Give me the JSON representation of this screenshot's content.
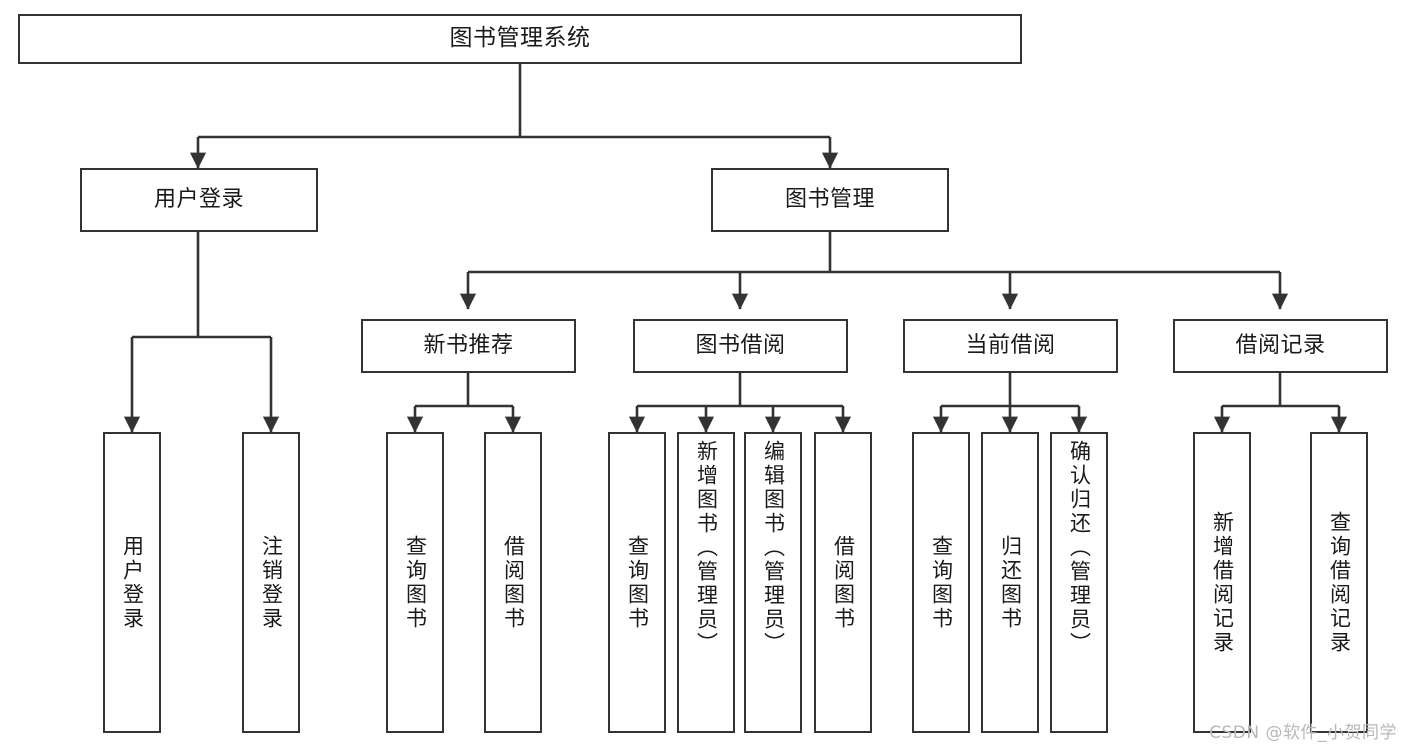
{
  "diagram": {
    "title": "图书管理系统",
    "type": "功能结构图",
    "stroke_color": "#333333",
    "fill_color": "#ffffff",
    "text_color": "#1a1a1a"
  },
  "root": {
    "label": "图书管理系统"
  },
  "level2": [
    {
      "label": "用户登录"
    },
    {
      "label": "图书管理"
    }
  ],
  "level3": [
    {
      "label": "新书推荐"
    },
    {
      "label": "图书借阅"
    },
    {
      "label": "当前借阅"
    },
    {
      "label": "借阅记录"
    }
  ],
  "leaves": {
    "user_login": [
      {
        "label": "用户登录"
      },
      {
        "label": "注销登录"
      }
    ],
    "new_book": [
      {
        "label": "查询图书"
      },
      {
        "label": "借阅图书"
      }
    ],
    "book_borrow": [
      {
        "label": "查询图书"
      },
      {
        "label": "新增图书（管理员）"
      },
      {
        "label": "编辑图书（管理员）"
      },
      {
        "label": "借阅图书"
      }
    ],
    "current_borrow": [
      {
        "label": "查询图书"
      },
      {
        "label": "归还图书"
      },
      {
        "label": "确认归还（管理员）"
      }
    ],
    "borrow_record": [
      {
        "label": "新增借阅记录"
      },
      {
        "label": "查询借阅记录"
      }
    ]
  },
  "watermark": {
    "text": "CSDN @软件_小贺同学"
  }
}
